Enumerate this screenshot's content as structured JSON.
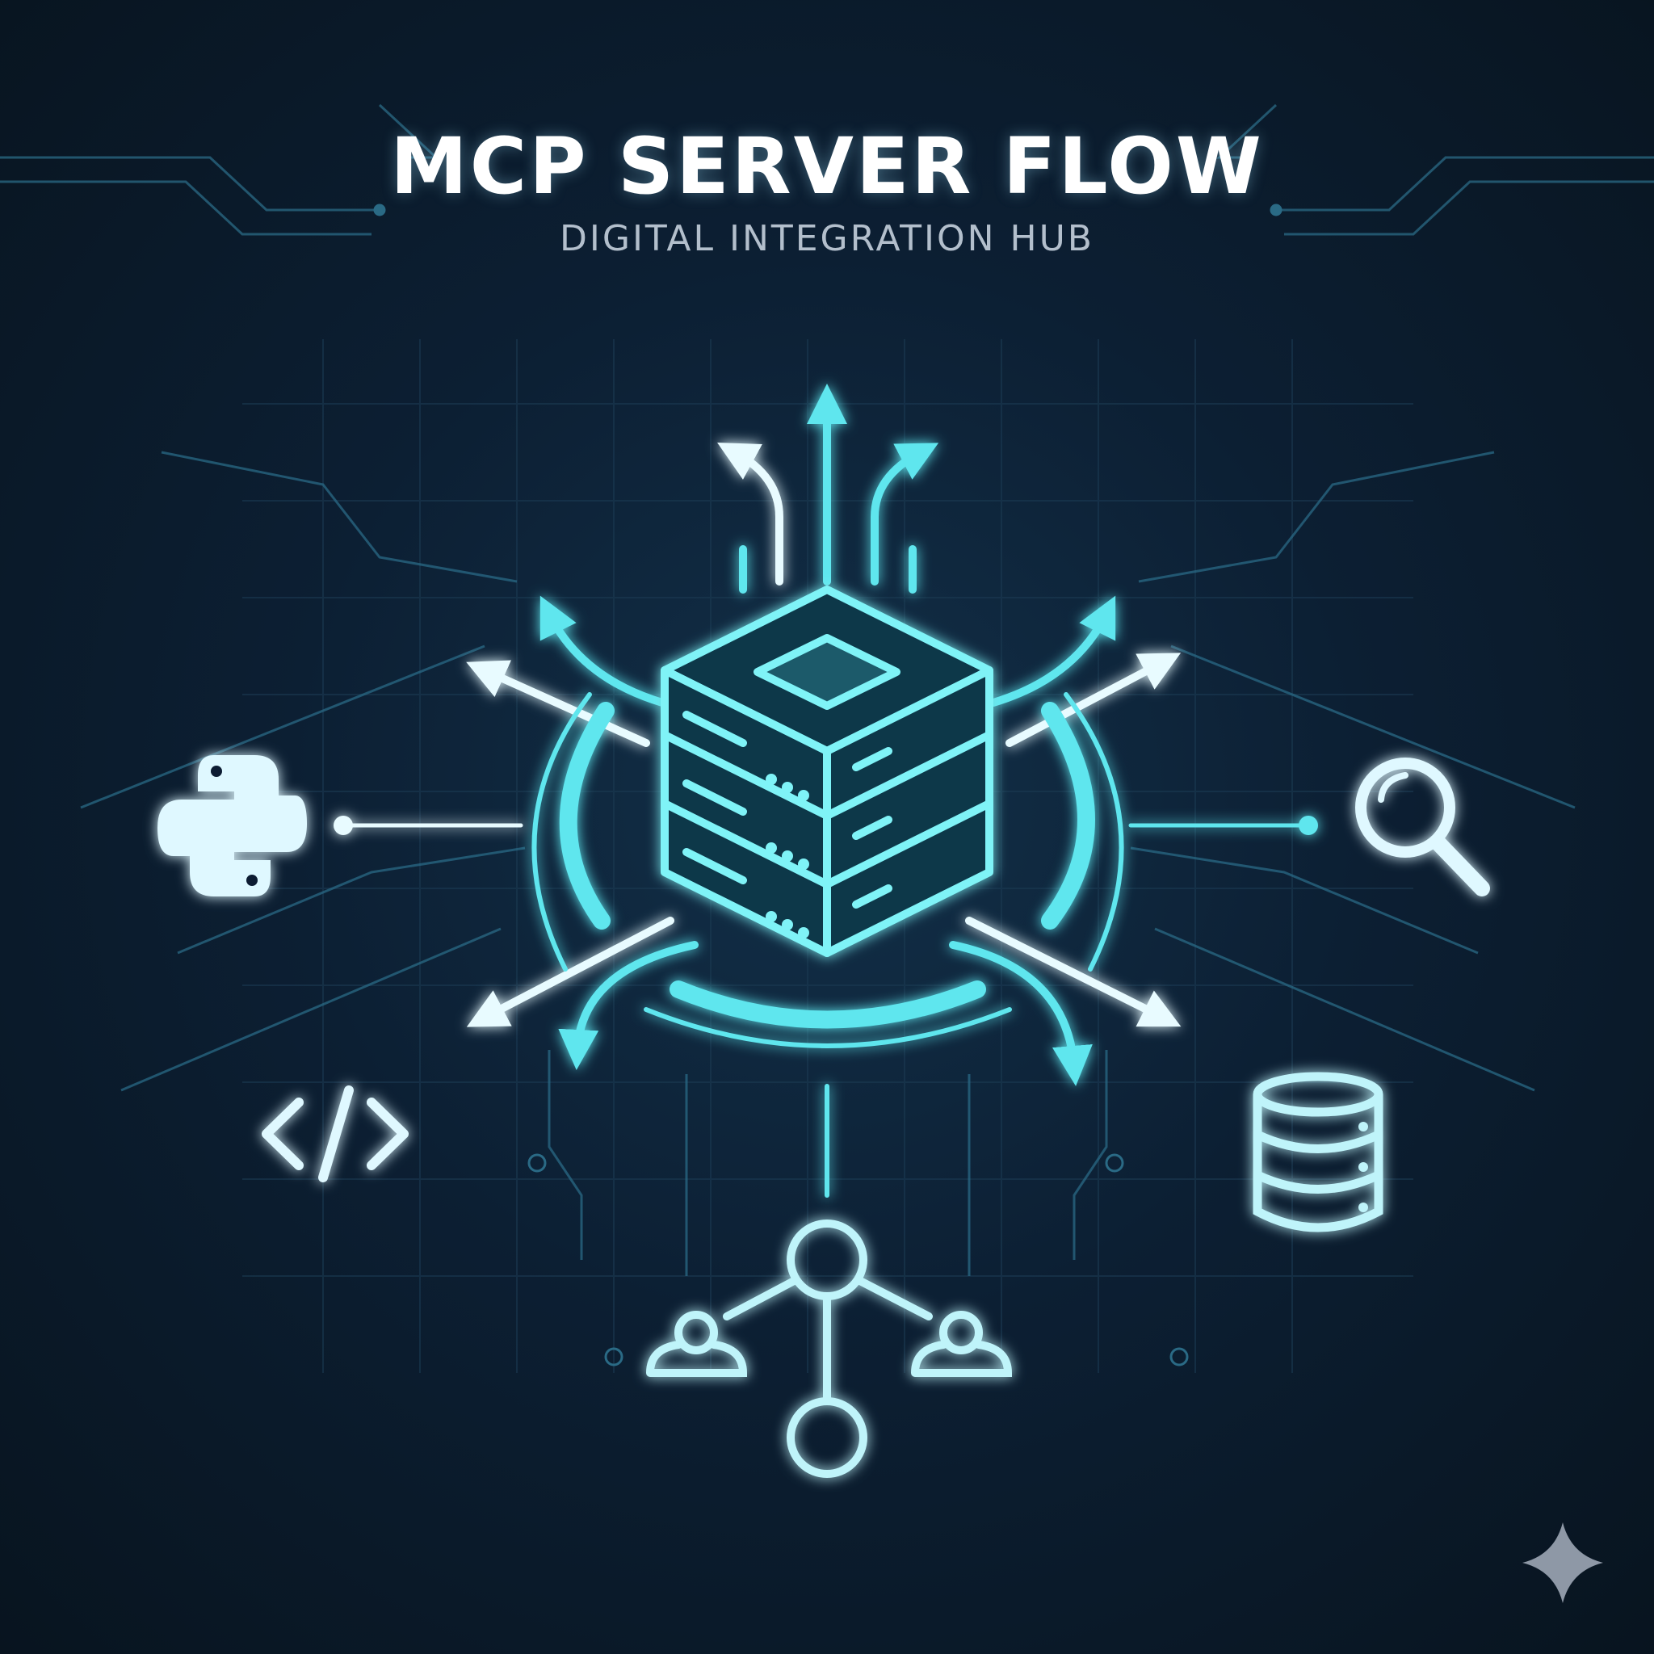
{
  "header": {
    "title": "MCP SERVER FLOW",
    "subtitle": "DIGITAL INTEGRATION HUB"
  },
  "colors": {
    "accent": "#5ee6ee",
    "glow": "#7ff3f7",
    "line": "#e8fbff",
    "background": "#0c1f33",
    "grid": "#1b3a52"
  },
  "nodes": [
    {
      "id": "server",
      "icon": "server-stack-icon"
    },
    {
      "id": "python",
      "icon": "python-icon"
    },
    {
      "id": "code",
      "icon": "code-brackets-icon"
    },
    {
      "id": "search",
      "icon": "magnifier-icon"
    },
    {
      "id": "database",
      "icon": "database-icon"
    },
    {
      "id": "network",
      "icon": "network-nodes-icon"
    }
  ],
  "watermark": {
    "icon": "sparkle-icon"
  }
}
